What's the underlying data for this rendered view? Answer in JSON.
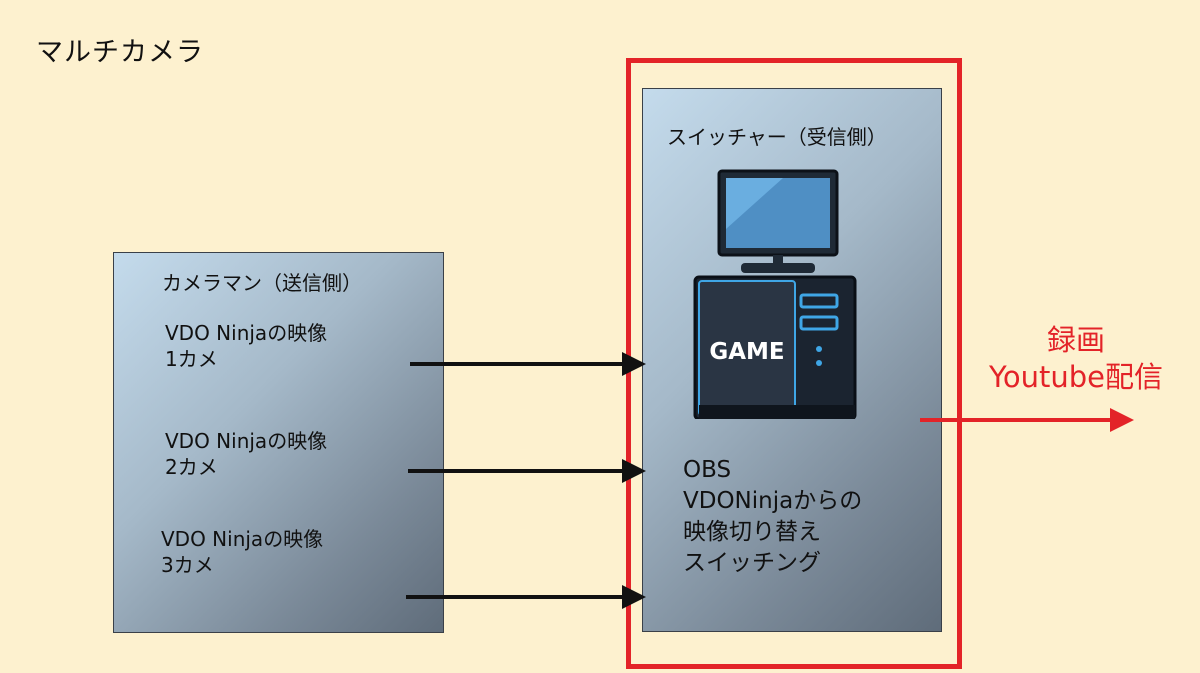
{
  "title": "マルチカメラ",
  "sender": {
    "label": "カメラマン（送信側）",
    "cameras": [
      {
        "line1": "VDO Ninjaの映像",
        "line2": "1カメ"
      },
      {
        "line1": "VDO Ninjaの映像",
        "line2": "2カメ"
      },
      {
        "line1": "VDO Ninjaの映像",
        "line2": "3カメ"
      }
    ]
  },
  "receiver": {
    "label": "スイッチャー（受信側）",
    "pc_label": "GAME",
    "description": [
      "OBS",
      "VDONinjaからの",
      "映像切り替え",
      "スイッチング"
    ]
  },
  "output": {
    "line1": "録画",
    "line2": "Youtube配信"
  },
  "colors": {
    "highlight": "#e32328",
    "background": "#fdf1cf"
  }
}
